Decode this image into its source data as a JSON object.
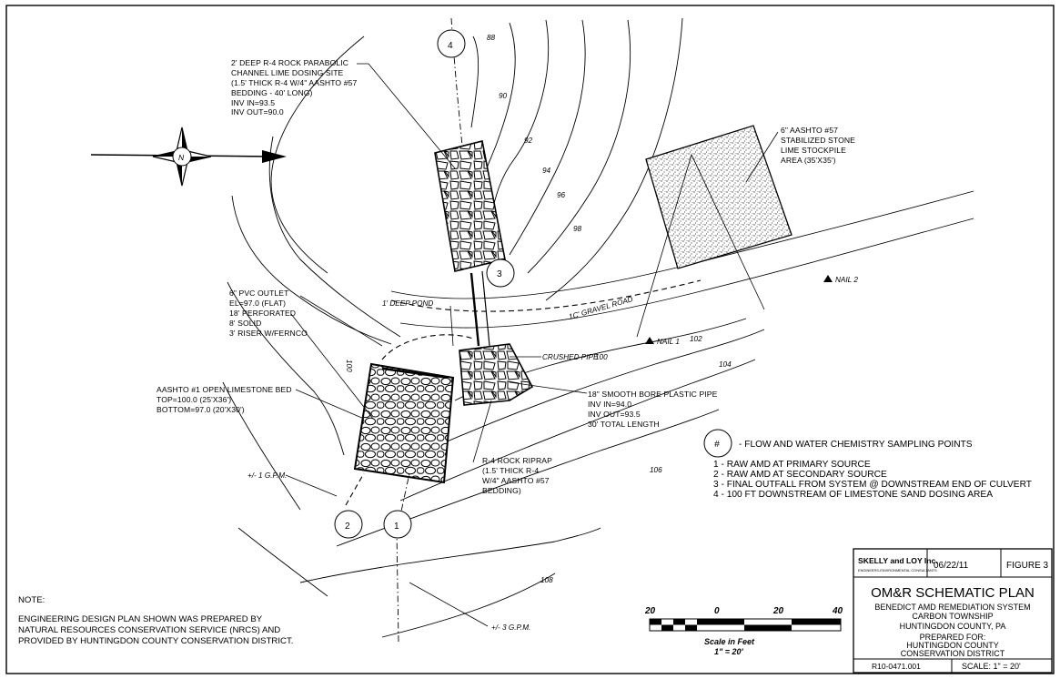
{
  "labels": {
    "channel": [
      "2' DEEP R-4 ROCK PARABOLIC",
      "CHANNEL LIME DOSING SITE",
      "(1.5' THICK R-4 W/4\" AASHTO #57",
      "BEDDING - 40' LONG)",
      "INV IN=93.5",
      "INV OUT=90.0"
    ],
    "stockpile": [
      "6\" AASHTO #57",
      "STABILIZED STONE",
      "LIME STOCKPILE",
      "AREA (35'X35')"
    ],
    "pvc_outlet": [
      "6\" PVC OUTLET",
      "EL=97.0 (FLAT)",
      "18' PERFORATED",
      "8' SOLID",
      "3' RISER W/FERNCO"
    ],
    "limestone_bed": [
      "AASHTO #1 OPEN LIMESTONE BED",
      "TOP=100.0 (25'X36')",
      "BOTTOM=97.0 (20'X30')"
    ],
    "deep_pond": "1' DEEP POND",
    "gravel_road": "1C' GRAVEL ROAD",
    "crushed_pipe": "CRUSHED PIPE",
    "plastic_pipe": [
      "18\" SMOOTH BORE PLASTIC PIPE",
      "INV IN=94.0",
      "INV OUT=93.5",
      "30' TOTAL LENGTH"
    ],
    "riprap": [
      "R-4 ROCK RIPRAP",
      "(1.5' THICK R-4",
      "W/4\" AASHTO #57",
      "BEDDING)"
    ],
    "nail1": "NAIL 1",
    "nail2": "NAIL 2",
    "gpm1": "+/- 1 G.P.M.",
    "gpm3": "+/- 3 G.P.M."
  },
  "contours": [
    "88",
    "90",
    "92",
    "94",
    "96",
    "98",
    "100",
    "102",
    "104",
    "106",
    "108",
    "100"
  ],
  "sampling_points": [
    "1",
    "2",
    "3",
    "4"
  ],
  "legend": {
    "symbol": "#",
    "title": "- FLOW AND WATER CHEMISTRY SAMPLING POINTS",
    "items": [
      "1 - RAW AMD AT PRIMARY SOURCE",
      "2 - RAW AMD AT SECONDARY SOURCE",
      "3 - FINAL OUTFALL FROM SYSTEM @ DOWNSTREAM END OF CULVERT",
      "4 - 100 FT DOWNSTREAM OF LIMESTONE SAND DOSING AREA"
    ]
  },
  "note": {
    "heading": "NOTE:",
    "lines": [
      "ENGINEERING DESIGN PLAN SHOWN WAS PREPARED BY",
      "NATURAL RESOURCES CONSERVATION SERVICE (NRCS) AND",
      "PROVIDED BY HUNTINGDON COUNTY CONSERVATION DISTRICT."
    ]
  },
  "scale_bar": {
    "ticks": [
      "20",
      "0",
      "20",
      "40"
    ],
    "caption": "Scale in Feet",
    "ratio": "1\" = 20'"
  },
  "title_block": {
    "company": "SKELLY and LOY Inc.",
    "company_sub": "ENGINEERS-ENVIRONMENTAL CONSULTANTS",
    "date": "06/22/11",
    "figure": "FIGURE 3",
    "title": "OM&R SCHEMATIC PLAN",
    "project": "BENEDICT AMD REMEDIATION SYSTEM",
    "township": "CARBON TOWNSHIP",
    "county": "HUNTINGDON COUNTY, PA",
    "prepared_for": "PREPARED FOR:",
    "client1": "HUNTINGDON COUNTY",
    "client2": "CONSERVATION DISTRICT",
    "project_no": "R10-0471.001",
    "scale": "SCALE:  1\" = 20'"
  },
  "north_arrow_label": "N"
}
